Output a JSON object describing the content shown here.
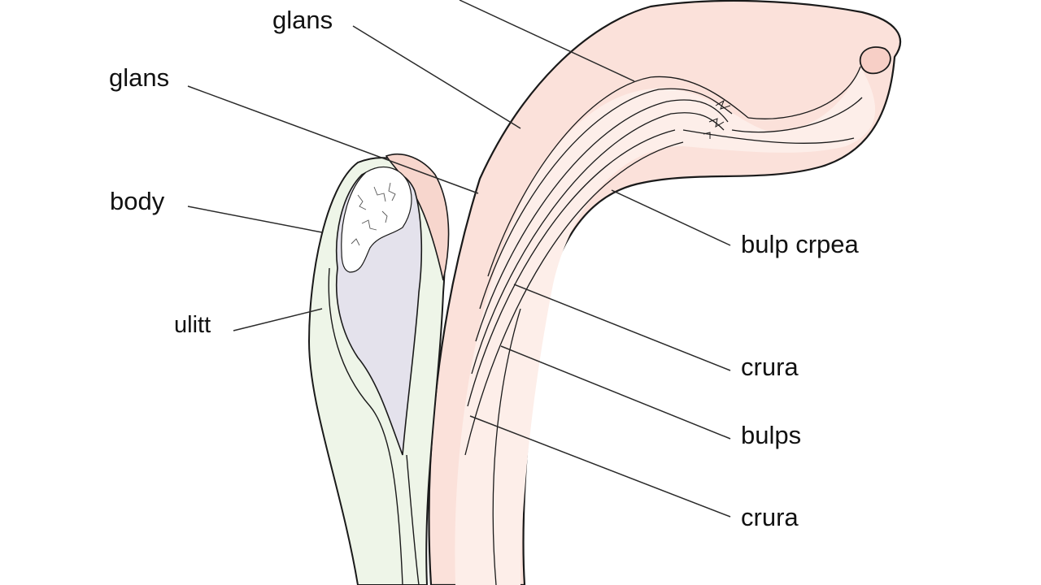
{
  "labels": {
    "glans_upper": "glans",
    "glans_lower": "glans",
    "body": "body",
    "clitoris": "ulitt",
    "bulb_corpea": "bulp crpea",
    "crura_upper": "crura",
    "bulbs": "bulps",
    "crura_lower": "crura"
  },
  "colors": {
    "pink_fill": "#fbe1da",
    "pink_light": "#fdeee9",
    "green_fill": "#eef5e8",
    "inner_fill": "#e4e2ec",
    "outline": "#1a1a1a",
    "leader": "#2a2a2a"
  }
}
